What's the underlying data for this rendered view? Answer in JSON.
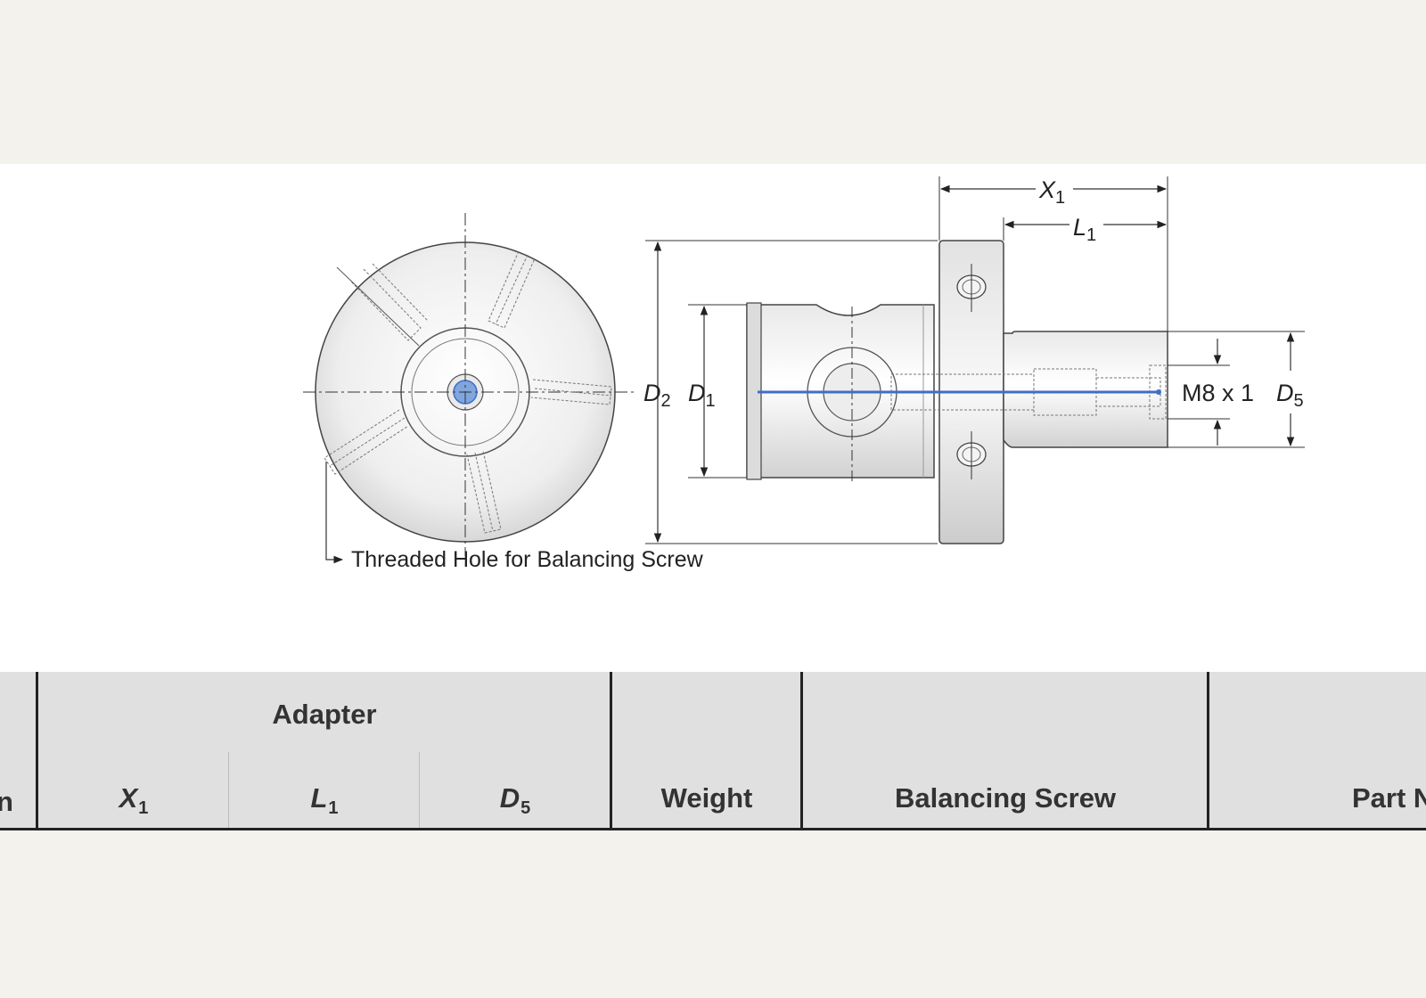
{
  "diagram": {
    "labels": {
      "d2": "D",
      "d2_sub": "2",
      "d1": "D",
      "d1_sub": "1",
      "x1": "X",
      "x1_sub": "1",
      "l1": "L",
      "l1_sub": "1",
      "thread": "M8 x 1",
      "d5": "D",
      "d5_sub": "5",
      "caption": "Threaded Hole for Balancing Screw"
    },
    "colors": {
      "accent_axis": "#3f6fc4",
      "hub_blue": "#7fa6dd",
      "line": "#333333"
    }
  },
  "table": {
    "group_header": "Adapter",
    "columns": {
      "left_cut": "n",
      "x1": "X",
      "x1_sub": "1",
      "l1": "L",
      "l1_sub": "1",
      "d5": "D",
      "d5_sub": "5",
      "weight": "Weight",
      "balancing_screw": "Balancing Screw",
      "part_cut": "Part N"
    }
  }
}
